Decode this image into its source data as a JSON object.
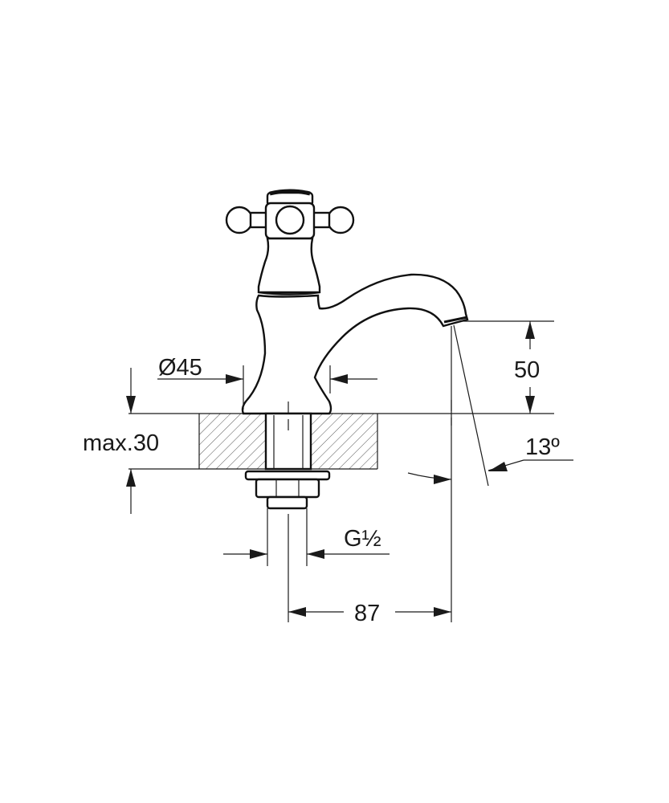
{
  "dimensions": {
    "diameter": "Ø45",
    "height": "50",
    "max_thickness": "max.30",
    "angle": "13º",
    "thread": "G½",
    "reach": "87"
  },
  "colors": {
    "line": "#1a1a1a",
    "background": "#ffffff"
  }
}
